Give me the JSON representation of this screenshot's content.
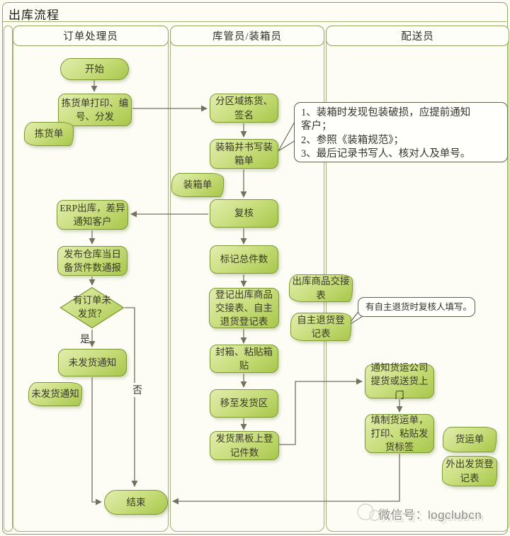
{
  "title": "出库流程",
  "lanes": [
    {
      "label": "订单处理员"
    },
    {
      "label": "库管员/装箱员"
    },
    {
      "label": "配送员"
    }
  ],
  "nodes": {
    "start": "开始",
    "print": "拣货单打印、编号、分发",
    "erp": "ERP出库，差异通知客户",
    "publish": "发布仓库当日备货件数通报",
    "decision": "有订单未发货？",
    "not_shipped": "未发货通知",
    "end": "结束",
    "zone_pick": "分区域拣货、签名",
    "pack": "装箱并书写装箱单",
    "recheck": "复核",
    "mark_total": "标记总件数",
    "register": "登记出库商品交接表、自主退货登记表",
    "seal": "封箱、粘贴箱贴",
    "move": "移至发货区",
    "blackboard": "发货黑板上登记件数",
    "notify_carrier": "通知货运公司提货或送货上门",
    "fill_waybill": "填制货运单，打印、粘贴发货标签"
  },
  "documents": {
    "pick_list": "拣货单",
    "packing_list": "装箱单",
    "handover_form": "出库商品交接表",
    "self_return_form": "自主退货登记表",
    "not_shipped_notice": "未发货通知",
    "waybill": "货运单",
    "outbound_register": "外出发货登记表"
  },
  "annotations": {
    "packing_rules": {
      "lines": [
        "1、装箱时发现包装破损，应提前通知客户；",
        "2、参照《装箱规范》；",
        "3、最后记录书写人、核对人及单号。"
      ]
    },
    "self_return_note": "有自主退货时复核人填写。"
  },
  "labels": {
    "yes": "是",
    "no": "否"
  },
  "watermark": "微信号：logclubcn",
  "colors": {
    "node_fill_light": "#e2eeae",
    "node_fill_dark": "#a8c74a",
    "node_border": "#7c9733",
    "lane_border": "#a3b273",
    "connector": "#72725f"
  }
}
